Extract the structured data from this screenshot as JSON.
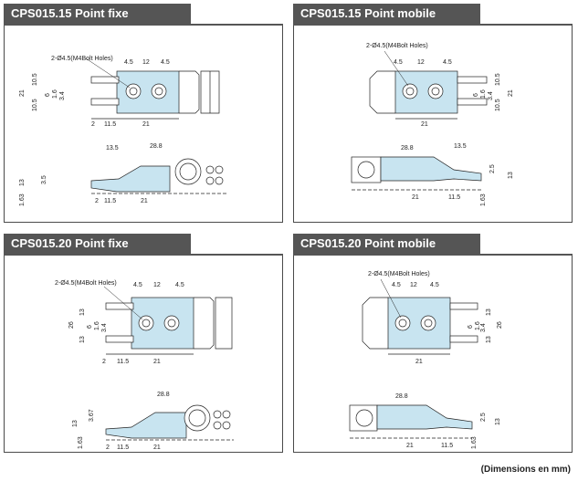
{
  "panels": [
    {
      "title": "CPS015.15  Point fixe",
      "note": "2-Ø4.5(M4Bolt Holes)",
      "top_dims": [
        "4.5",
        "12",
        "4.5",
        "21",
        "10.5",
        "10.5",
        "6",
        "1.6",
        "3.4",
        "2",
        "11.5",
        "21"
      ],
      "side_dims": [
        "13.5",
        "28.8",
        "13",
        "3.5",
        "2",
        "1.63",
        "11.5",
        "21"
      ]
    },
    {
      "title": "CPS015.15  Point mobile",
      "note": "2-Ø4.5(M4Bolt Holes)",
      "top_dims": [
        "4.5",
        "12",
        "4.5",
        "21",
        "10.5",
        "10.5",
        "6",
        "1.6",
        "3.4",
        "21"
      ],
      "side_dims": [
        "28.8",
        "13.5",
        "13",
        "2.5",
        "1.63",
        "11.5",
        "21"
      ]
    },
    {
      "title": "CPS015.20  Point fixe",
      "note": "2-Ø4.5(M4Bolt Holes)",
      "top_dims": [
        "4.5",
        "12",
        "4.5",
        "26",
        "13",
        "13",
        "6",
        "1.6",
        "3.4",
        "2",
        "11.5",
        "21"
      ],
      "side_dims": [
        "28.8",
        "13",
        "3.67",
        "2",
        "1.63",
        "11.5",
        "21"
      ]
    },
    {
      "title": "CPS015.20  Point mobile",
      "note": "2-Ø4.5(M4Bolt Holes)",
      "top_dims": [
        "4.5",
        "12",
        "4.5",
        "26",
        "13",
        "13",
        "6",
        "1.6",
        "3.4",
        "21"
      ],
      "side_dims": [
        "28.8",
        "13",
        "2.5",
        "1.63",
        "11.5",
        "21"
      ]
    }
  ],
  "footer": "(Dimensions en mm)",
  "colors": {
    "header": "#555555",
    "bracket": "#c8e4f0",
    "outline": "#222222"
  }
}
